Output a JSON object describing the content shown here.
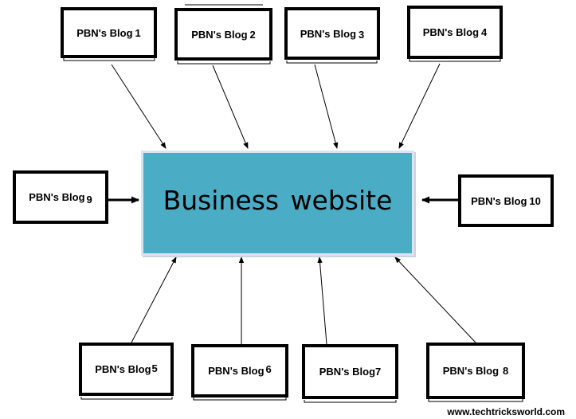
{
  "diagram": {
    "center": {
      "label": "Business website",
      "color": "#4bacc6"
    },
    "blogs": [
      {
        "prefix": "PBN's Blog",
        "number": "1"
      },
      {
        "prefix": "PBN's Blog",
        "number": "2"
      },
      {
        "prefix": "PBN's Blog",
        "number": "3"
      },
      {
        "prefix": "PBN's Blog",
        "number": "4"
      },
      {
        "prefix": "PBN's Blog",
        "number": "9"
      },
      {
        "prefix": "PBN's Blog",
        "number": "10"
      },
      {
        "prefix": "PBN's Blog",
        "number": "5"
      },
      {
        "prefix": "PBN's Blog",
        "number": "6"
      },
      {
        "prefix": "PBN's Blog",
        "number": "7"
      },
      {
        "prefix": "PBN's Blog",
        "number": "8"
      }
    ]
  },
  "footer": {
    "url": "www.techtricksworld.com"
  }
}
